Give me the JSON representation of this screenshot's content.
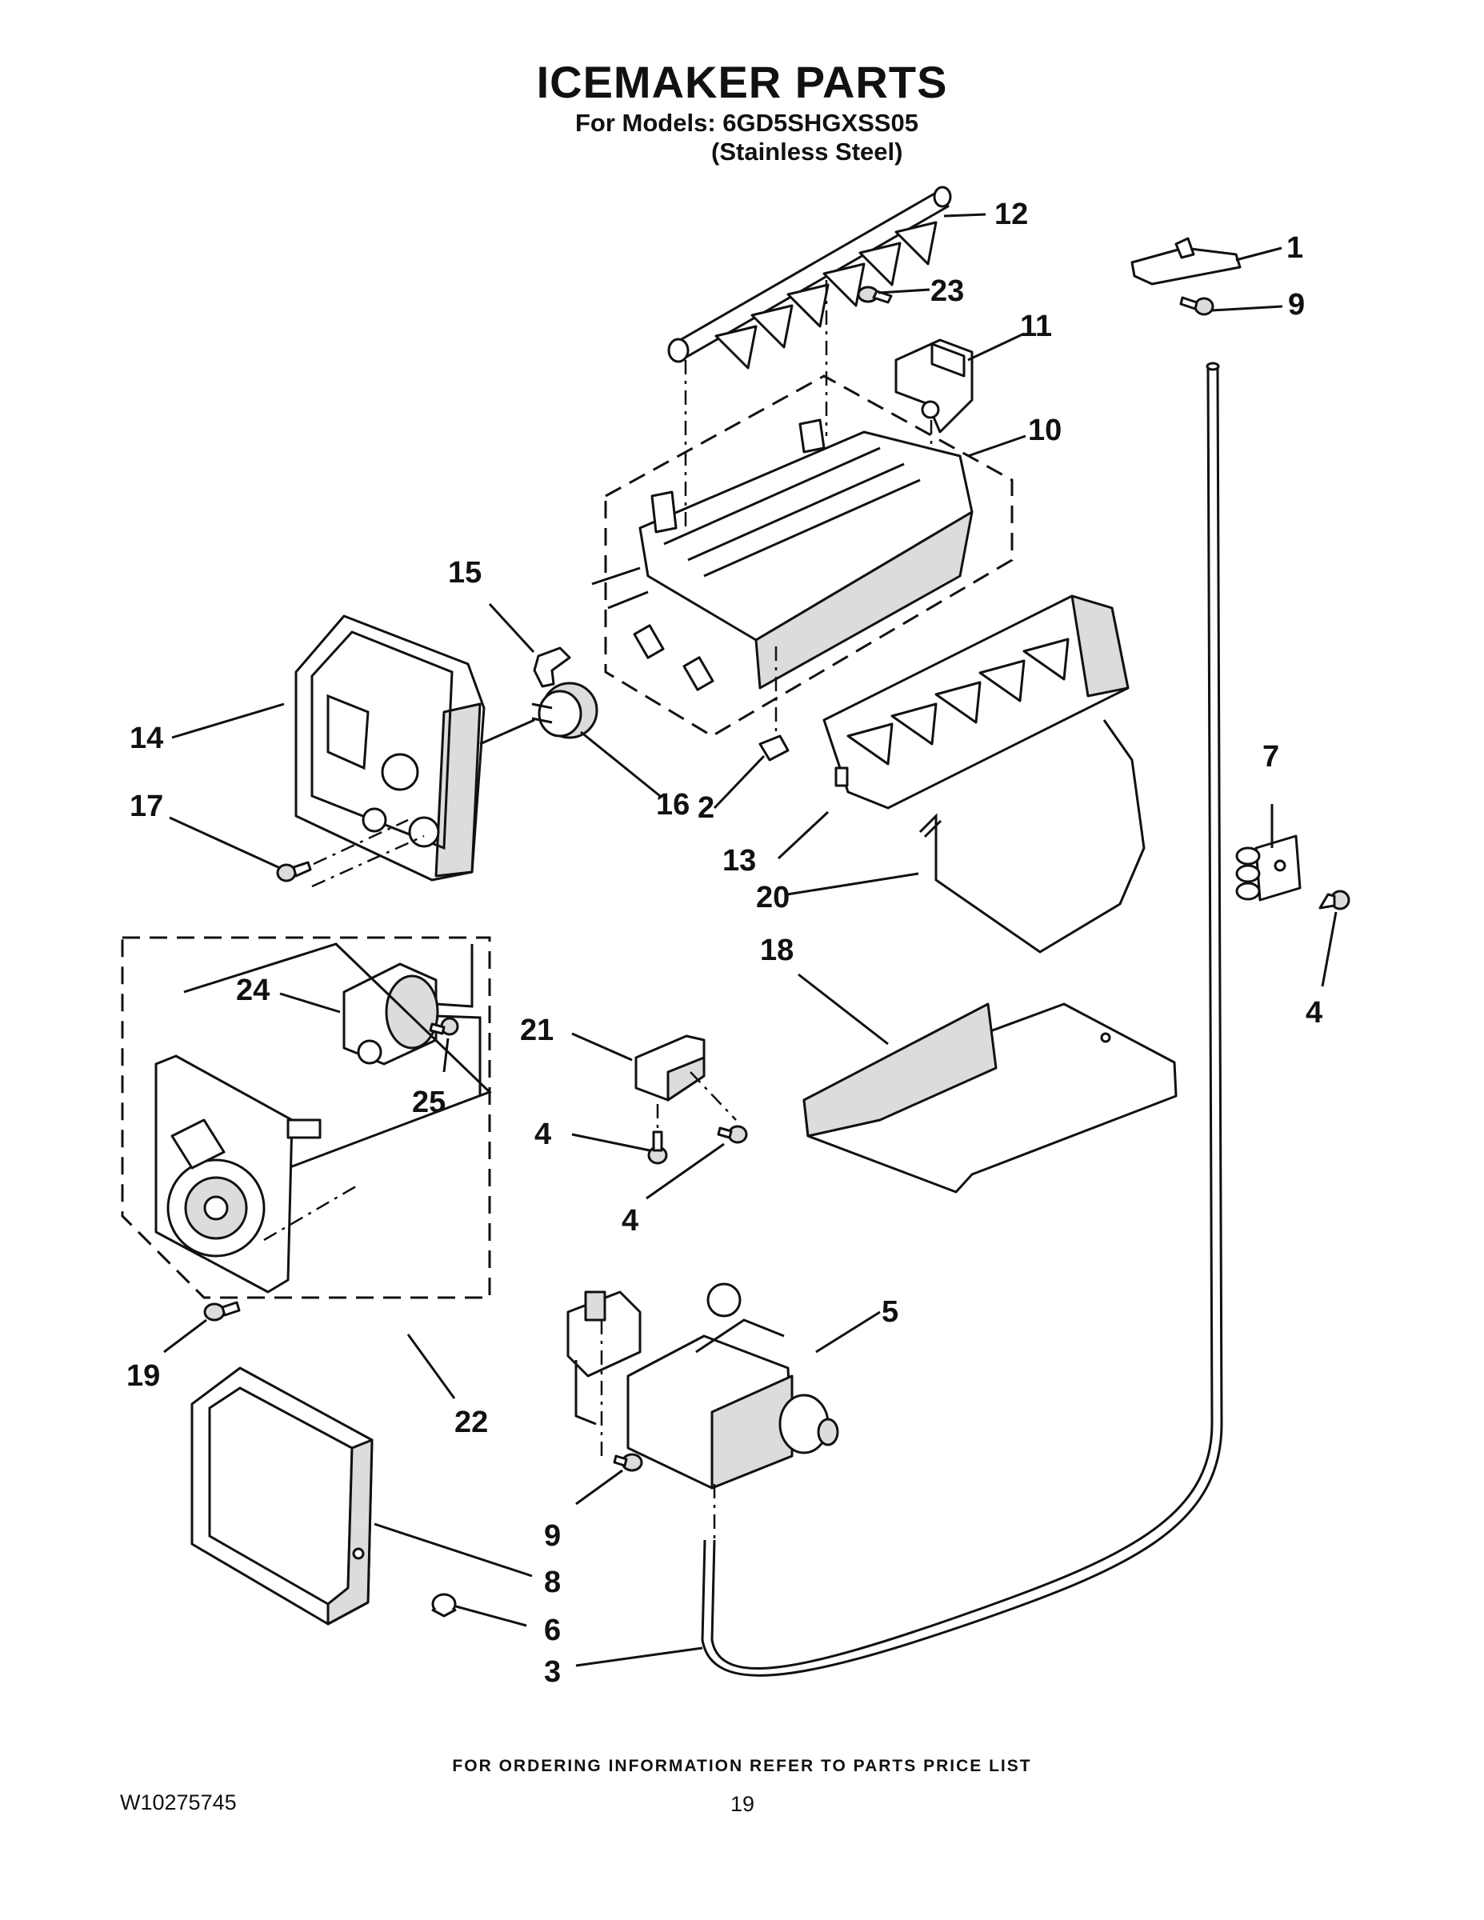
{
  "header": {
    "title": "ICEMAKER PARTS",
    "models_line": "For Models: 6GD5SHGXSS05",
    "finish_line": "(Stainless Steel)"
  },
  "callouts": {
    "c1": "1",
    "c2": "2",
    "c3": "3",
    "c4a": "4",
    "c4b": "4",
    "c4c": "4",
    "c5": "5",
    "c6": "6",
    "c7": "7",
    "c8": "8",
    "c9a": "9",
    "c9b": "9",
    "c10": "10",
    "c11": "11",
    "c12": "12",
    "c13": "13",
    "c14": "14",
    "c15": "15",
    "c16": "16",
    "c17": "17",
    "c18": "18",
    "c19": "19",
    "c20": "20",
    "c21": "21",
    "c22": "22",
    "c23": "23",
    "c24": "24",
    "c25": "25"
  },
  "footer": {
    "ordering_note": "FOR ORDERING INFORMATION REFER TO PARTS PRICE LIST",
    "doc_number": "W10275745",
    "page_number": "19"
  }
}
